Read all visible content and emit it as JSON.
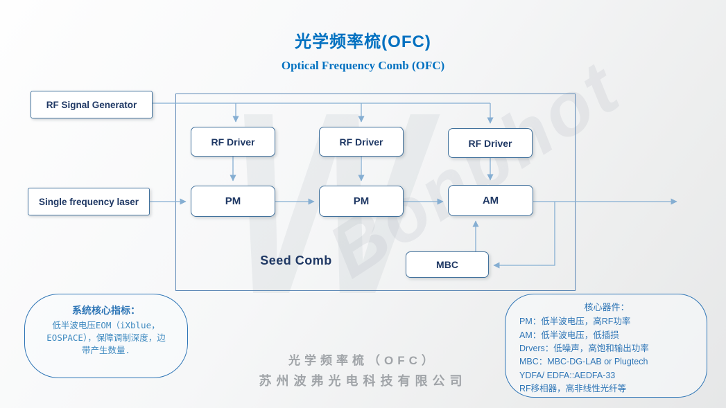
{
  "title": {
    "zh": "光学频率梳(OFC)",
    "en": "Optical Frequency Comb (OFC)"
  },
  "watermark": {
    "brand": "Bonphot",
    "logo_glyph": "W"
  },
  "diagram": {
    "rf_signal_generator": "RF Signal Generator",
    "single_frequency_laser": "Single frequency laser",
    "rf_drivers": [
      "RF Driver",
      "RF Driver",
      "RF Driver"
    ],
    "modulators": [
      "PM",
      "PM",
      "AM"
    ],
    "mbc": "MBC",
    "seed_comb": "Seed Comb"
  },
  "callout_left": {
    "title": "系统核心指标：",
    "body": "低半波电压EOM（iXblue，\nEOSPACE），保障调制深度，边\n带产生数量."
  },
  "callout_right": {
    "title": "核心器件：",
    "lines": [
      "PM：低半波电压，高RF功率",
      "AM：低半波电压，低插损",
      "Drvers：低噪声，高饱和输出功率",
      "MBC：MBC-DG-LAB or Plugtech",
      "YDFA/ EDFA::AEDFA-33",
      "RF移相器，高非线性光纤等"
    ]
  },
  "footer": {
    "line1": "光学频率梳（OFC）",
    "line2": "苏州波弗光电科技有限公司"
  },
  "colors": {
    "title_blue": "#0070c0",
    "node_border": "#41719c",
    "node_text": "#1f3864",
    "connector": "#85aed2",
    "callout_blue": "#2e75b6",
    "footer_gray": "#a0a4a8"
  }
}
